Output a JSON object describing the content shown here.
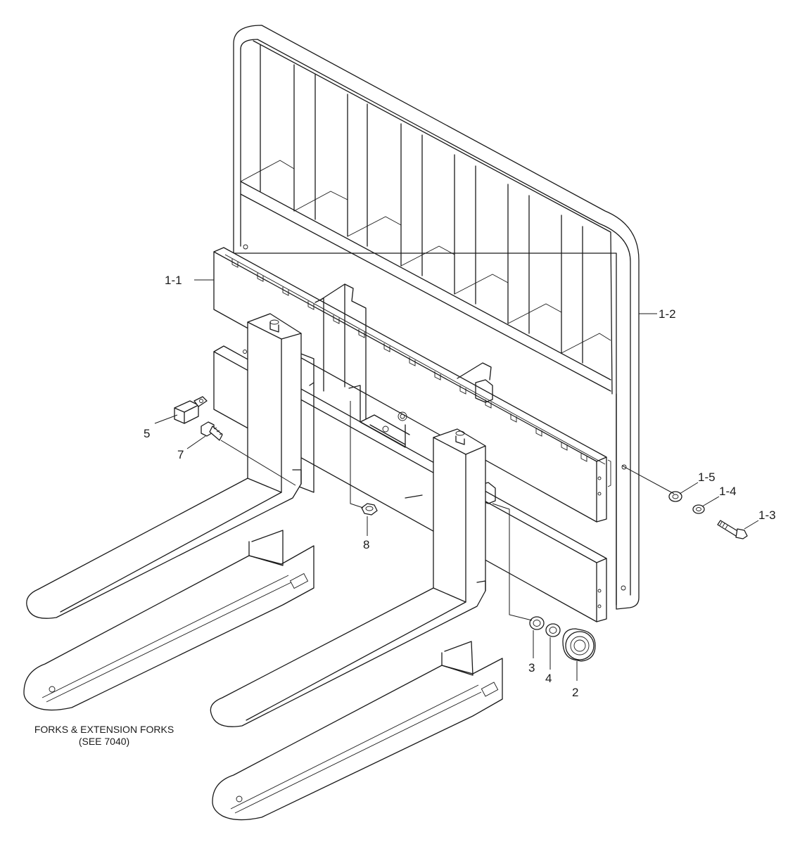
{
  "callouts": {
    "c1_1": "1-1",
    "c1_2": "1-2",
    "c1_3": "1-3",
    "c1_4": "1-4",
    "c1_5": "1-5",
    "c2": "2",
    "c3": "3",
    "c4": "4",
    "c5": "5",
    "c7": "7",
    "c8": "8"
  },
  "note": {
    "line1": "FORKS & EXTENSION FORKS",
    "line2": "(SEE 7040)"
  }
}
